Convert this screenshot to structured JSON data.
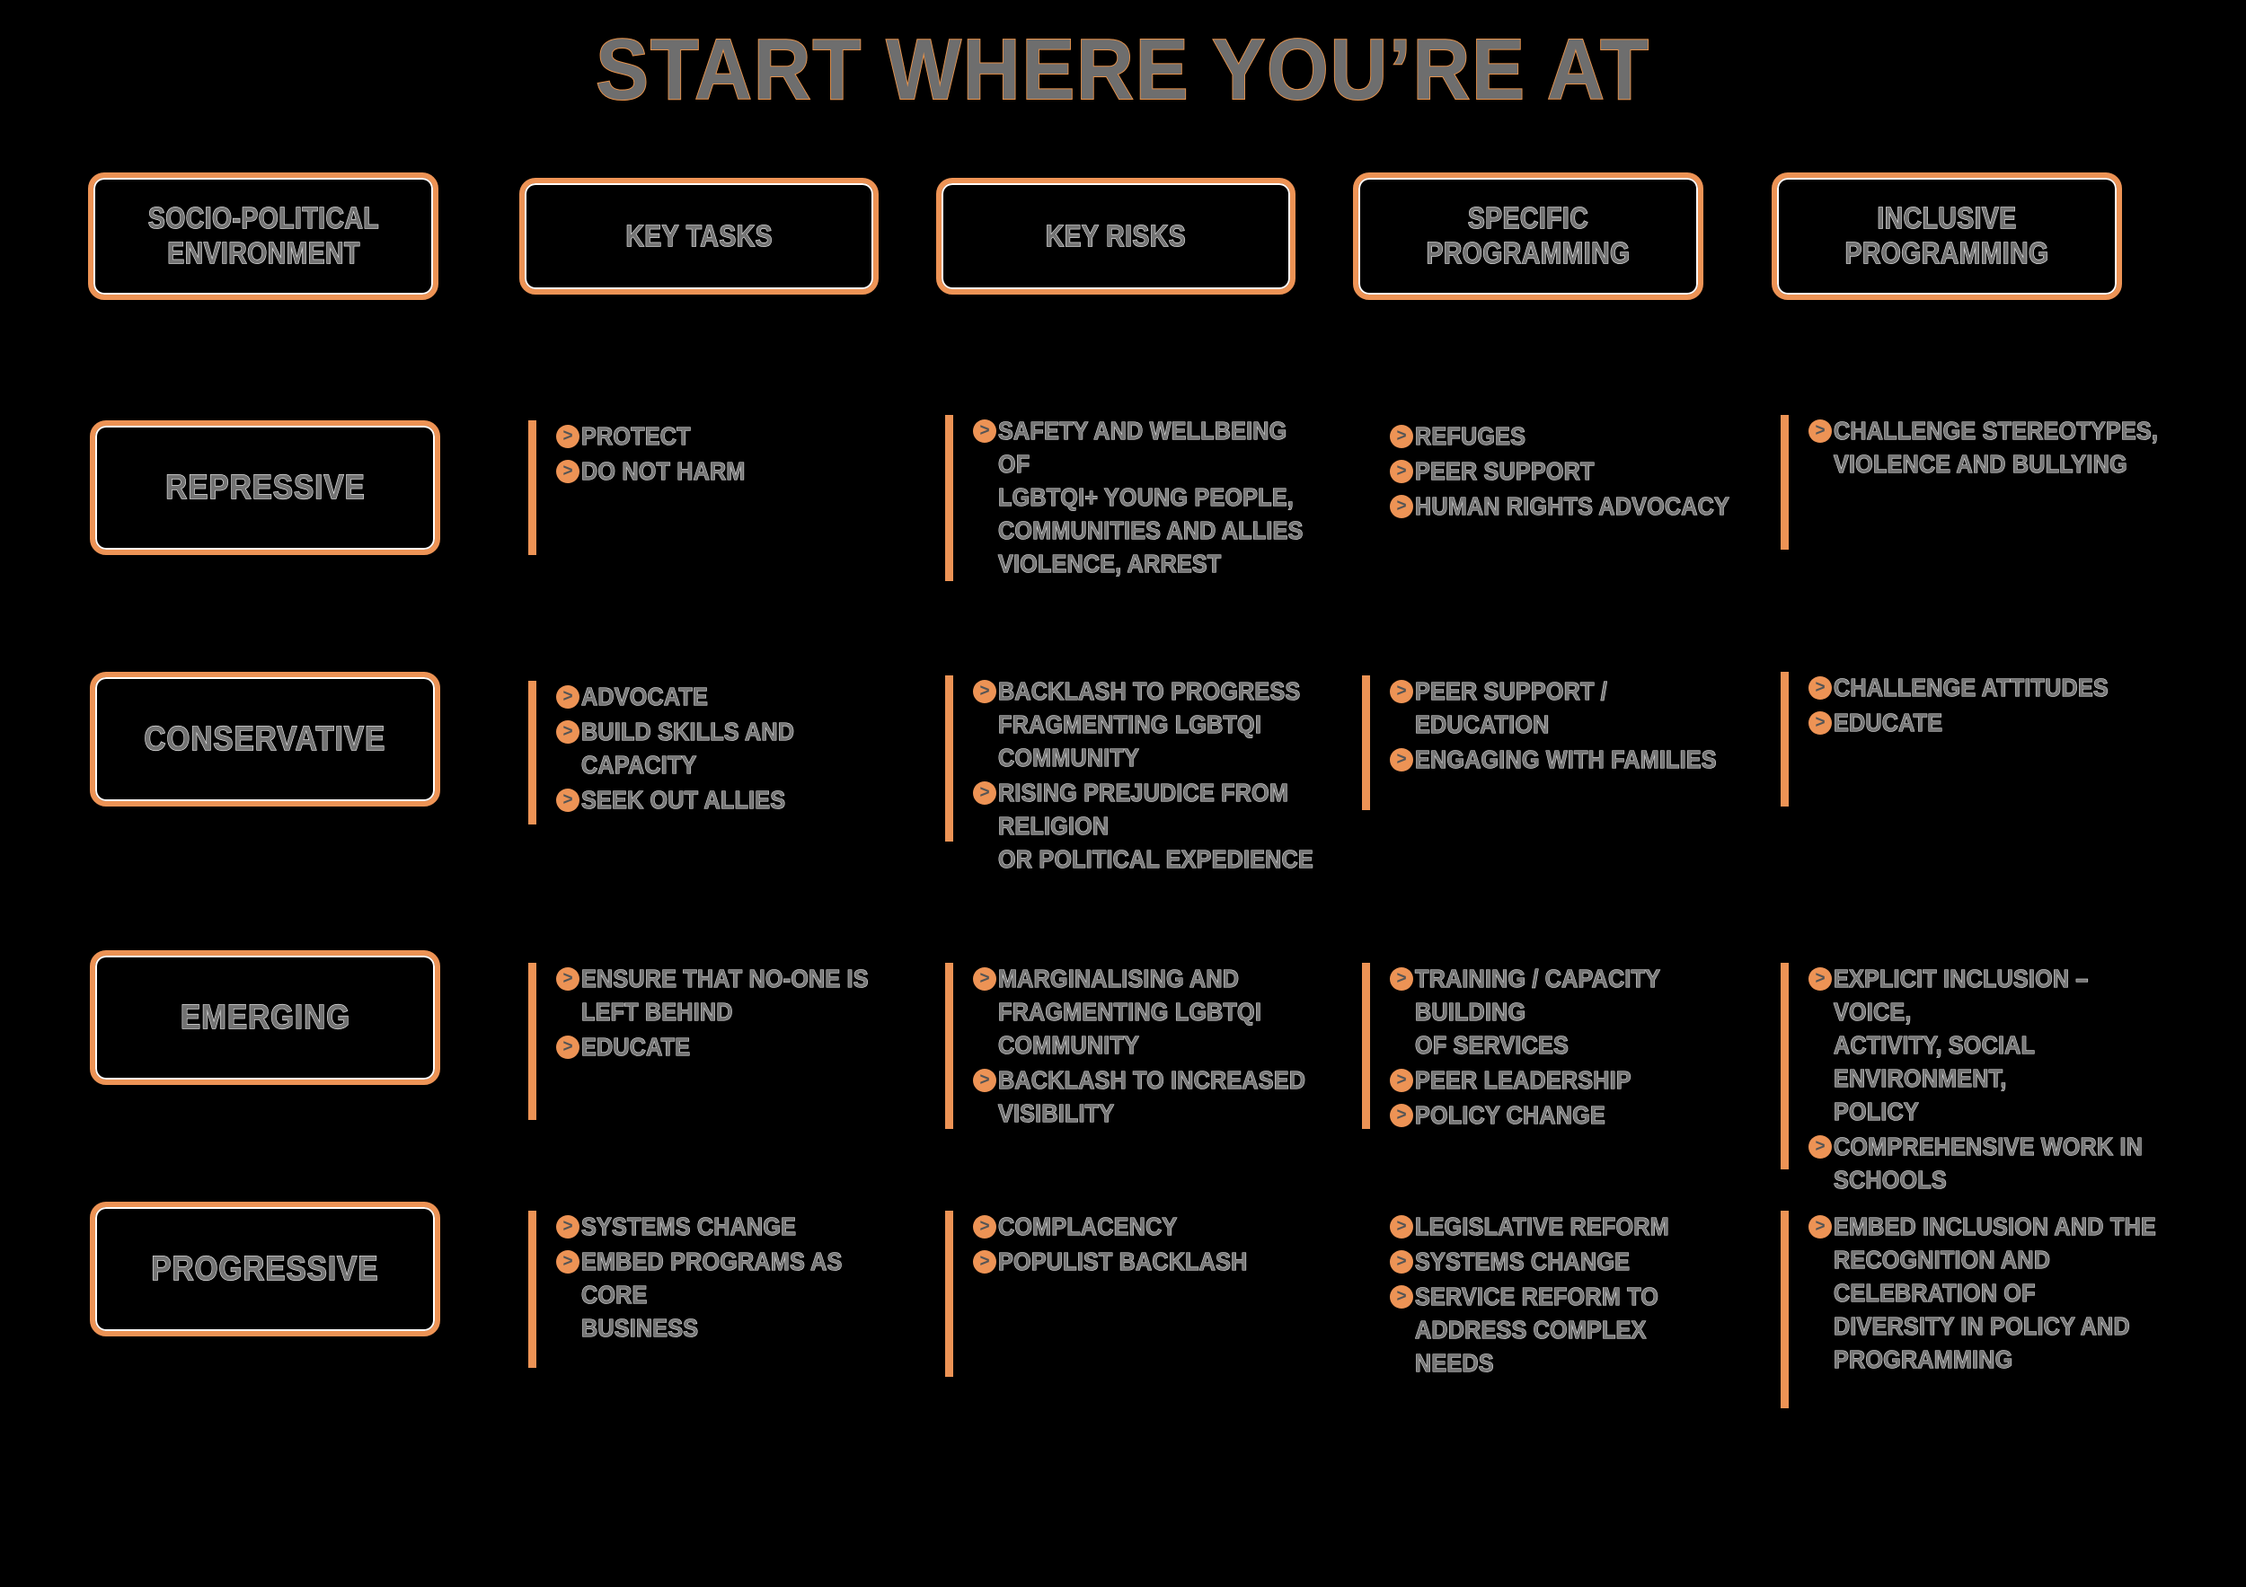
{
  "title": "START WHERE YOU’RE AT",
  "theme": {
    "background": "#000000",
    "accent": "#ed9355",
    "text_fill": "#737373",
    "text_outline": "#ffffff",
    "title_outline": "#e8934b"
  },
  "columns": [
    {
      "id": "socio-political-environment",
      "label": "SOCIO-POLITICAL\nENVIRONMENT"
    },
    {
      "id": "key-tasks",
      "label": "KEY TASKS"
    },
    {
      "id": "key-risks",
      "label": "KEY RISKS"
    },
    {
      "id": "specific-programming",
      "label": "SPECIFIC\nPROGRAMMING"
    },
    {
      "id": "inclusive-programming",
      "label": "INCLUSIVE\nPROGRAMMING"
    }
  ],
  "rows": [
    {
      "id": "repressive",
      "label": "REPRESSIVE",
      "key_tasks": [
        "PROTECT",
        "DO NOT HARM"
      ],
      "key_risks": [
        "SAFETY AND WELLBEING OF\nLGBTQI+ YOUNG PEOPLE,\nCOMMUNITIES AND ALLIES\nVIOLENCE, ARREST"
      ],
      "specific_programming": [
        "REFUGES",
        "PEER SUPPORT",
        "HUMAN RIGHTS ADVOCACY"
      ],
      "inclusive_programming": [
        "CHALLENGE STEREOTYPES,\nVIOLENCE AND BULLYING"
      ]
    },
    {
      "id": "conservative",
      "label": "CONSERVATIVE",
      "key_tasks": [
        "ADVOCATE",
        "BUILD SKILLS AND CAPACITY",
        "SEEK OUT ALLIES"
      ],
      "key_risks": [
        "BACKLASH TO PROGRESS\nFRAGMENTING LGBTQI COMMUNITY",
        "RISING PREJUDICE FROM RELIGION\nOR POLITICAL EXPEDIENCE"
      ],
      "specific_programming": [
        "PEER SUPPORT / EDUCATION",
        "ENGAGING WITH FAMILIES"
      ],
      "inclusive_programming": [
        "CHALLENGE ATTITUDES",
        "EDUCATE"
      ]
    },
    {
      "id": "emerging",
      "label": "EMERGING",
      "key_tasks": [
        "ENSURE THAT NO-ONE IS\nLEFT BEHIND",
        "EDUCATE"
      ],
      "key_risks": [
        "MARGINALISING AND\nFRAGMENTING LGBTQI COMMUNITY",
        "BACKLASH TO INCREASED\nVISIBILITY"
      ],
      "specific_programming": [
        "TRAINING / CAPACITY BUILDING\nOF SERVICES",
        "PEER LEADERSHIP",
        "POLICY CHANGE"
      ],
      "inclusive_programming": [
        "EXPLICIT INCLUSION – VOICE,\nACTIVITY, SOCIAL ENVIRONMENT,\nPOLICY",
        "COMPREHENSIVE WORK IN\nSCHOOLS"
      ]
    },
    {
      "id": "progressive",
      "label": "PROGRESSIVE",
      "key_tasks": [
        "SYSTEMS CHANGE",
        "EMBED PROGRAMS AS CORE\nBUSINESS"
      ],
      "key_risks": [
        "COMPLACENCY",
        "POPULIST BACKLASH"
      ],
      "specific_programming": [
        "LEGISLATIVE REFORM",
        "SYSTEMS CHANGE",
        "SERVICE REFORM TO\nADDRESS COMPLEX NEEDS"
      ],
      "inclusive_programming": [
        "EMBED INCLUSION AND THE\nRECOGNITION AND CELEBRATION OF\nDIVERSITY IN POLICY AND\nPROGRAMMING"
      ]
    }
  ]
}
